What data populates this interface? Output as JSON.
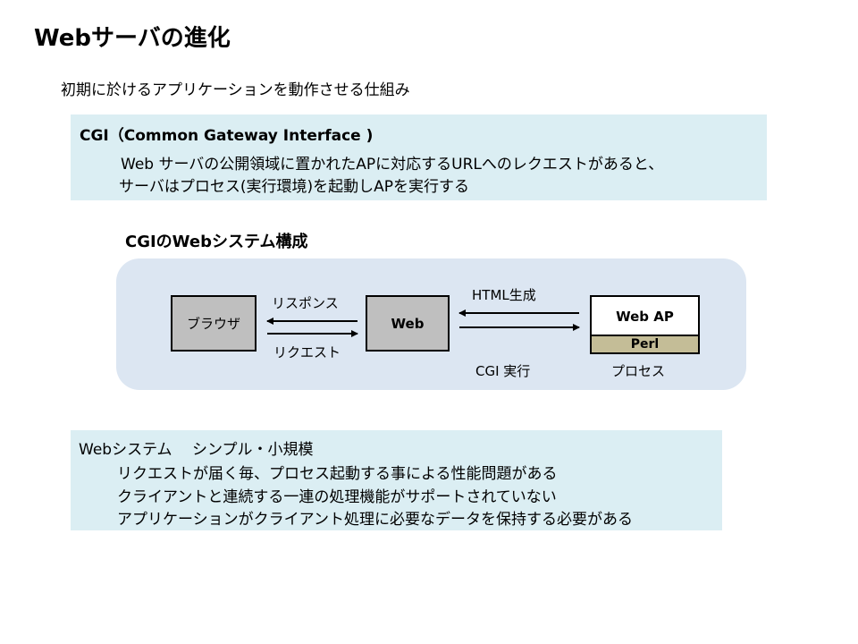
{
  "title": "Webサーバの進化",
  "subtitle": "初期に於けるアプリケーションを動作させる仕組み",
  "cgi_box": {
    "heading": "CGI（Common Gateway Interface )",
    "line1": "Web サーバの公開領域に置かれたAPに対応するURLへのレクエストがあると、",
    "line2": "サーバはプロセス(実行環境)を起動しAPを実行する"
  },
  "diagram": {
    "title": "CGIのWebシステム構成",
    "browser": "ブラウザ",
    "web": "Web",
    "webap": "Web  AP",
    "perl": "Perl",
    "response": "リスポンス",
    "request": "リクエスト",
    "html_gen": "HTML生成",
    "cgi_exec": "CGI 実行",
    "process": "プロセス"
  },
  "summary_box": {
    "heading": "Webシステム　 シンプル・小規模",
    "items": [
      "リクエストが届く毎、プロセス起動する事による性能問題がある",
      "クライアントと連続する一連の処理機能がサポートされていない",
      "アプリケーションがクライアント処理に必要なデータを保持する必要がある"
    ]
  }
}
